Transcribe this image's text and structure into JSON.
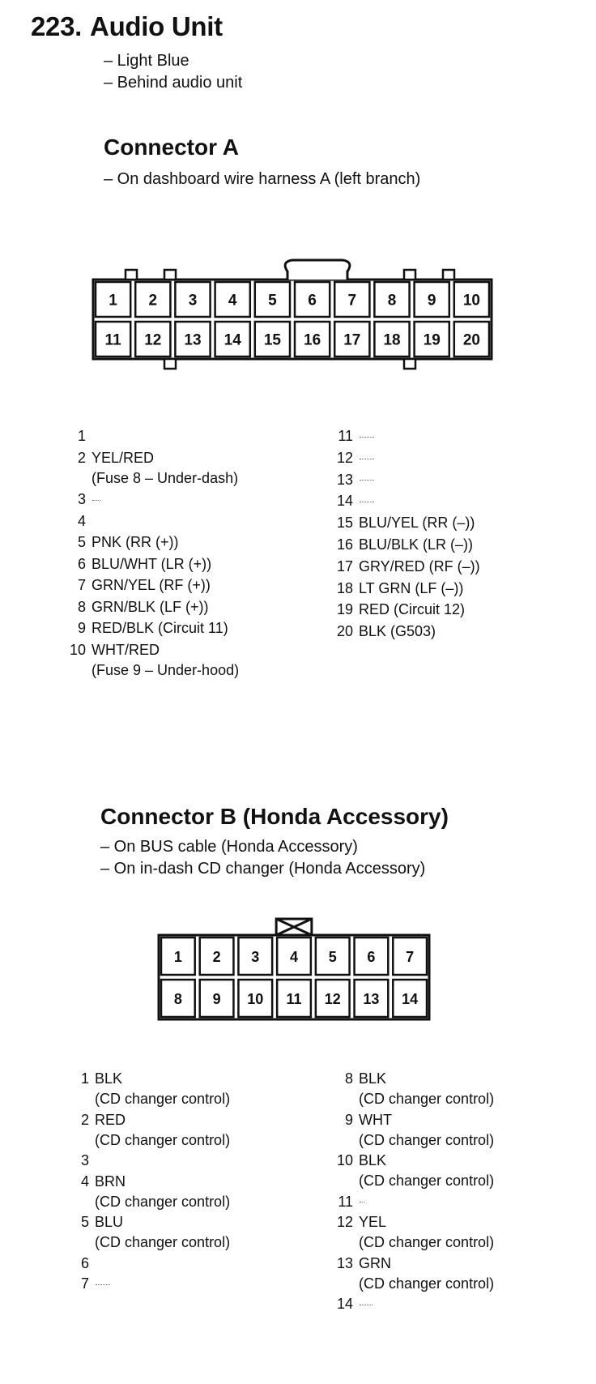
{
  "header": {
    "number": "223.",
    "title": "Audio Unit",
    "notes": [
      "– Light Blue",
      "– Behind audio unit"
    ]
  },
  "connector_a": {
    "title": "Connector A",
    "notes": [
      "– On dashboard wire harness A (left branch)"
    ],
    "cells": [
      "1",
      "2",
      "3",
      "4",
      "5",
      "6",
      "7",
      "8",
      "9",
      "10",
      "11",
      "12",
      "13",
      "14",
      "15",
      "16",
      "17",
      "18",
      "19",
      "20"
    ],
    "pins_left": [
      {
        "n": "1",
        "text": "",
        "sub": ""
      },
      {
        "n": "2",
        "text": "YEL/RED",
        "sub": "(Fuse 8 – Under-dash)"
      },
      {
        "n": "3",
        "text": "",
        "sub": ""
      },
      {
        "n": "4",
        "text": "",
        "sub": ""
      },
      {
        "n": "5",
        "text": "PNK (RR (+))",
        "sub": ""
      },
      {
        "n": "6",
        "text": "BLU/WHT (LR (+))",
        "sub": ""
      },
      {
        "n": "7",
        "text": "GRN/YEL (RF (+))",
        "sub": ""
      },
      {
        "n": "8",
        "text": "GRN/BLK (LF (+))",
        "sub": ""
      },
      {
        "n": "9",
        "text": "RED/BLK (Circuit 11)",
        "sub": ""
      },
      {
        "n": "10",
        "text": "WHT/RED",
        "sub": "(Fuse 9 – Under-hood)"
      }
    ],
    "pins_right": [
      {
        "n": "11",
        "text": "",
        "sub": ""
      },
      {
        "n": "12",
        "text": "",
        "sub": ""
      },
      {
        "n": "13",
        "text": "",
        "sub": ""
      },
      {
        "n": "14",
        "text": "",
        "sub": ""
      },
      {
        "n": "15",
        "text": "BLU/YEL (RR (–))",
        "sub": ""
      },
      {
        "n": "16",
        "text": "BLU/BLK (LR (–))",
        "sub": ""
      },
      {
        "n": "17",
        "text": "GRY/RED (RF (–))",
        "sub": ""
      },
      {
        "n": "18",
        "text": "LT GRN (LF (–))",
        "sub": ""
      },
      {
        "n": "19",
        "text": "RED (Circuit 12)",
        "sub": ""
      },
      {
        "n": "20",
        "text": "BLK (G503)",
        "sub": ""
      }
    ]
  },
  "connector_b": {
    "title": "Connector B (Honda Accessory)",
    "notes": [
      "– On BUS cable (Honda Accessory)",
      "– On in-dash CD changer (Honda Accessory)"
    ],
    "cells": [
      "1",
      "2",
      "3",
      "4",
      "5",
      "6",
      "7",
      "8",
      "9",
      "10",
      "11",
      "12",
      "13",
      "14"
    ],
    "pins_left": [
      {
        "n": "1",
        "text": "BLK",
        "sub": "(CD changer control)"
      },
      {
        "n": "2",
        "text": "RED",
        "sub": "(CD changer control)"
      },
      {
        "n": "3",
        "text": "",
        "sub": ""
      },
      {
        "n": "4",
        "text": "BRN",
        "sub": "(CD changer control)"
      },
      {
        "n": "5",
        "text": "BLU",
        "sub": "(CD changer control)"
      },
      {
        "n": "6",
        "text": "",
        "sub": ""
      },
      {
        "n": "7",
        "text": "",
        "sub": ""
      }
    ],
    "pins_right": [
      {
        "n": "8",
        "text": "BLK",
        "sub": "(CD changer control)"
      },
      {
        "n": "9",
        "text": "WHT",
        "sub": "(CD changer control)"
      },
      {
        "n": "10",
        "text": "BLK",
        "sub": "(CD changer control)"
      },
      {
        "n": "11",
        "text": "",
        "sub": ""
      },
      {
        "n": "12",
        "text": "YEL",
        "sub": "(CD changer control)"
      },
      {
        "n": "13",
        "text": "GRN",
        "sub": "(CD changer control)"
      },
      {
        "n": "14",
        "text": "",
        "sub": ""
      }
    ]
  }
}
